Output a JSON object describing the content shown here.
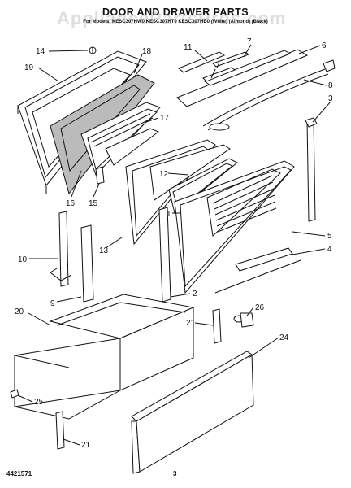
{
  "header": {
    "title": "DOOR AND DRAWER PARTS",
    "subtitle": "For Models: KESC307HW0 KESC307HT0 KESC307HB0",
    "color_labels": [
      "(White)",
      "(Almond)",
      "(Black)"
    ]
  },
  "watermark": "AppliancePartsPros.com",
  "footer": {
    "part_number": "4421571",
    "page": "3"
  },
  "callouts": [
    "14",
    "19",
    "18",
    "11",
    "7",
    "6",
    "7",
    "8",
    "3",
    "17",
    "12",
    "16",
    "15",
    "1",
    "10",
    "13",
    "9",
    "5",
    "4",
    "2",
    "20",
    "26",
    "21",
    "24",
    "25",
    "21"
  ],
  "colors": {
    "line": "#111111",
    "background": "#ffffff",
    "insulation": "#bbbbbb"
  }
}
